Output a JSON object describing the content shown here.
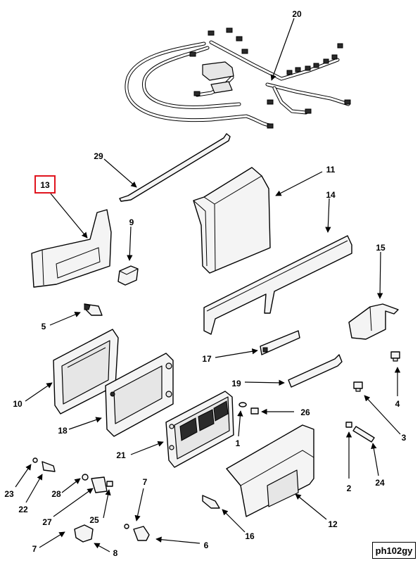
{
  "figure_id": "ph102gy",
  "highlighted_callout": "13",
  "callouts": {
    "c20": "20",
    "c29": "29",
    "c11": "11",
    "c13": "13",
    "c14": "14",
    "c9": "9",
    "c15": "15",
    "c5": "5",
    "c17": "17",
    "c10": "10",
    "c19": "19",
    "c4": "4",
    "c18": "18",
    "c26": "26",
    "c3": "3",
    "c1": "1",
    "c21": "21",
    "c2": "2",
    "c24": "24",
    "c23": "23",
    "c22": "22",
    "c28": "28",
    "c7a": "7",
    "c27": "27",
    "c25": "25",
    "c12": "12",
    "c16": "16",
    "c7b": "7",
    "c6": "6",
    "c8": "8"
  }
}
